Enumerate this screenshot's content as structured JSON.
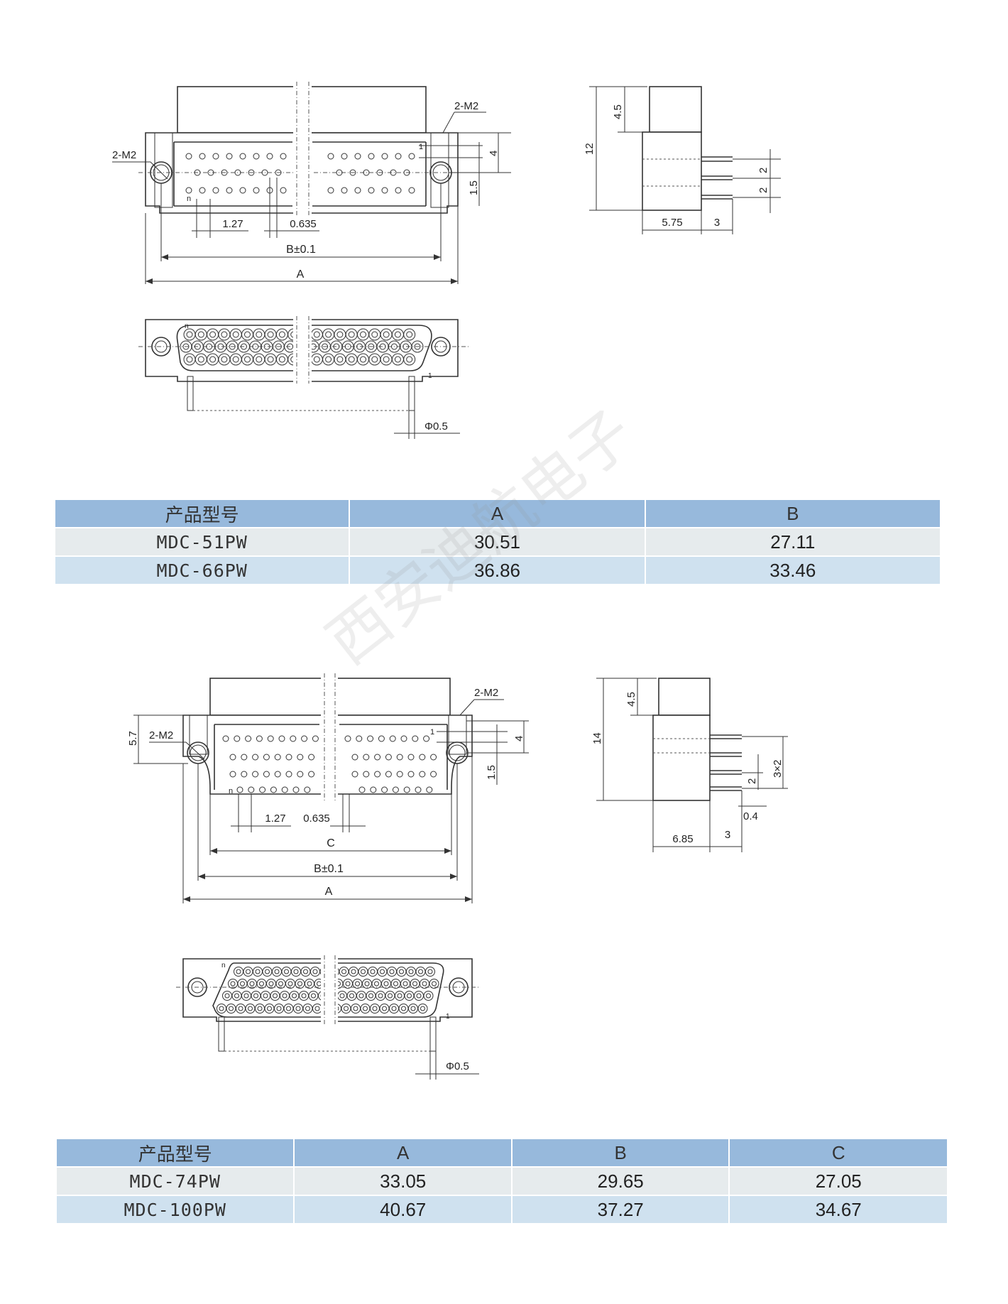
{
  "watermark": "西安迪航电子",
  "drawing1": {
    "mount_label_left": "2-M2",
    "mount_label_right": "2-M2",
    "dim_pitch": "1.27",
    "dim_offset": "0.635",
    "dim_b": "B±0.1",
    "dim_a": "A",
    "dim_4": "4",
    "dim_1_5": "1.5",
    "pin_first": "1",
    "pin_last": "n",
    "pin_first_front": "1",
    "pin_last_front": "n",
    "pin_dia": "Φ0.5",
    "side_12": "12",
    "side_4_5": "4.5",
    "side_2a": "2",
    "side_2b": "2",
    "side_5_75": "5.75",
    "side_3": "3"
  },
  "drawing2": {
    "mount_label_left": "2-M2",
    "mount_label_right": "2-M2",
    "dim_5_7": "5.7",
    "dim_pitch": "1.27",
    "dim_offset": "0.635",
    "dim_c": "C",
    "dim_b": "B±0.1",
    "dim_a": "A",
    "dim_4": "4",
    "dim_1_5": "1.5",
    "pin_first": "1",
    "pin_last": "n",
    "pin_first_front": "1",
    "pin_last_front": "n",
    "pin_dia": "Φ0.5",
    "side_14": "14",
    "side_4_5": "4.5",
    "side_2": "2",
    "side_3x2": "3×2",
    "side_0_4": "0.4",
    "side_6_85": "6.85",
    "side_3": "3"
  },
  "table1": {
    "headers": [
      "产品型号",
      "A",
      "B"
    ],
    "rows": [
      [
        "MDC-51PW",
        "30.51",
        "27.11"
      ],
      [
        "MDC-66PW",
        "36.86",
        "33.46"
      ]
    ]
  },
  "table2": {
    "headers": [
      "产品型号",
      "A",
      "B",
      "C"
    ],
    "rows": [
      [
        "MDC-74PW",
        "33.05",
        "29.65",
        "27.05"
      ],
      [
        "MDC-100PW",
        "40.67",
        "37.27",
        "34.67"
      ]
    ]
  }
}
